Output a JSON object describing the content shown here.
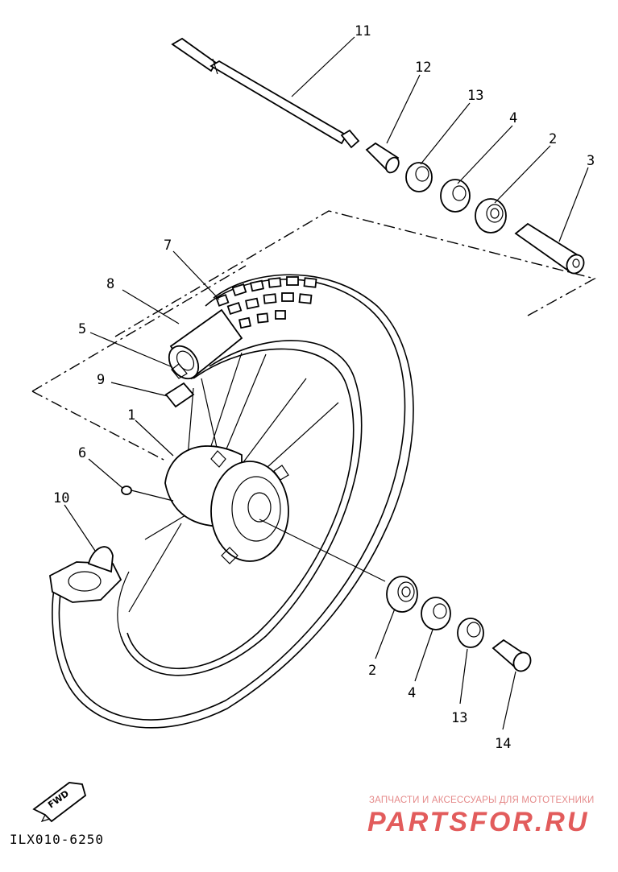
{
  "diagram": {
    "drawing_code": "ILX010-6250",
    "fwd_label": "FWD",
    "callouts": [
      "11",
      "12",
      "13",
      "4",
      "2",
      "3",
      "7",
      "8",
      "5",
      "9",
      "1",
      "6",
      "10",
      "2",
      "4",
      "13",
      "14"
    ]
  },
  "watermark": {
    "caption": "ЗАПЧАСТИ И АКСЕССУАРЫ ДЛЯ МОТОТЕХНИКИ",
    "logo": "PARTSFOR.RU",
    "color": "#e25c5c"
  },
  "colors": {
    "ink": "#000000",
    "paper": "#ffffff"
  }
}
